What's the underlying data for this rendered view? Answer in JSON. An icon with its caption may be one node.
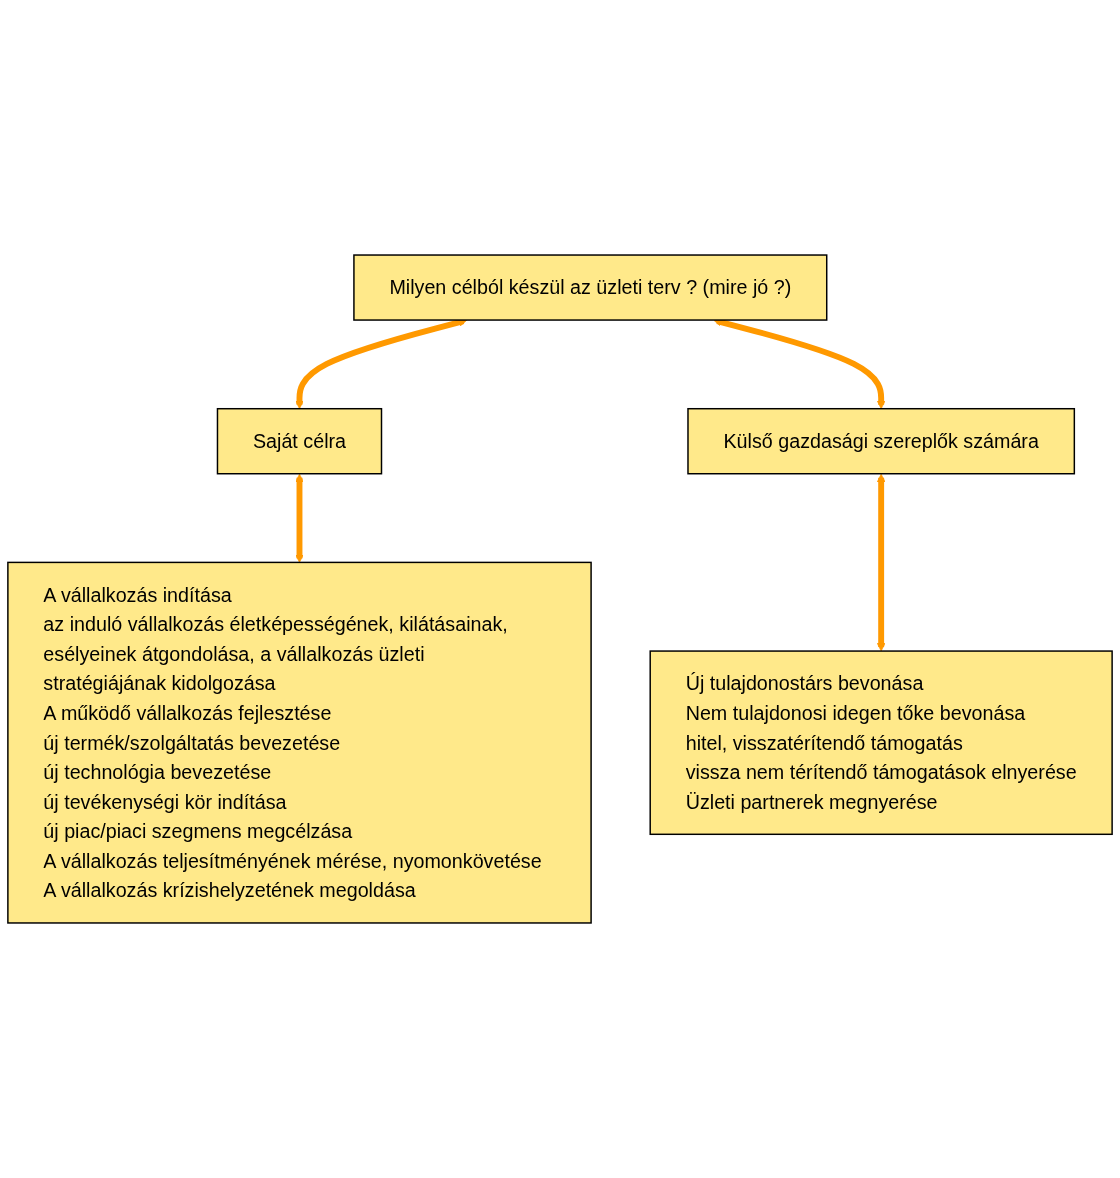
{
  "diagram": {
    "nodes": [
      {
        "text": [
          "Milyen célból készül az üzleti terv ? (mire jó ?)"
        ]
      },
      {
        "text": [
          "Saját célra"
        ]
      },
      {
        "text": [
          "Külső gazdasági szereplők számára"
        ]
      },
      {
        "text": [
          "A vállalkozás indítása",
          "az induló vállalkozás életképességének, kilátásainak, esélyeinek átgondolása, a vállalkozás üzleti stratégiájának kidolgozása",
          "A működő vállalkozás fejlesztése",
          "új termék/szolgáltatás bevezetése",
          "új technológia bevezetése",
          "új tevékenységi kör indítása",
          "új piac/piaci szegmens megcélzása",
          "A vállalkozás teljesítményének mérése, nyomonkövetése",
          "A vállalkozás krízishelyzetének megoldása"
        ]
      },
      {
        "text": [
          "Új tulajdonostárs bevonása",
          "Nem tulajdonosi idegen tőke bevonása",
          "hitel, visszatérítendő támogatás",
          "vissza nem térítendő támogatások elnyerése",
          "Üzleti partnerek megnyerése"
        ]
      }
    ],
    "edges": [
      {
        "from": 0,
        "to": 1,
        "arrow": "both"
      },
      {
        "from": 0,
        "to": 2,
        "arrow": "both"
      },
      {
        "from": 1,
        "to": 3,
        "arrow": "both"
      },
      {
        "from": 2,
        "to": 4,
        "arrow": "both"
      }
    ]
  }
}
